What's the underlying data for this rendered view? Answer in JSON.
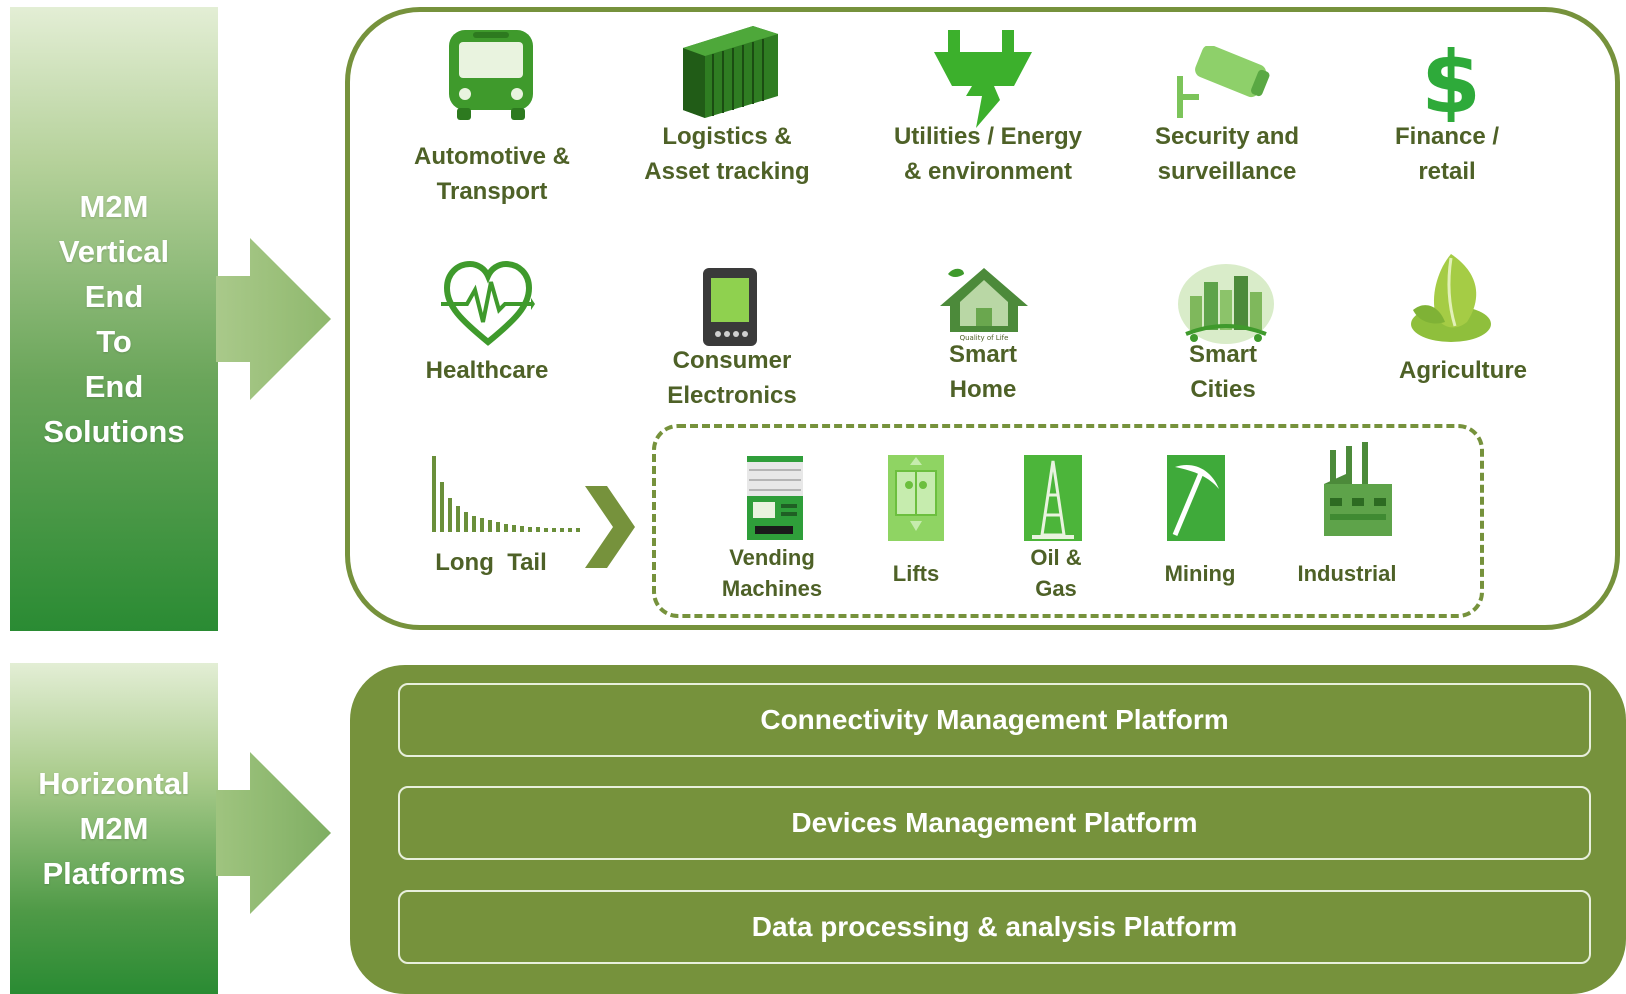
{
  "vertical_section": {
    "label_lines": [
      "M2M",
      "Vertical",
      "End",
      "To",
      "End",
      "Solutions"
    ],
    "verticals": [
      {
        "icon": "bus-icon",
        "lines": [
          "Automotive &",
          "Transport"
        ]
      },
      {
        "icon": "shipping-container-icon",
        "lines": [
          "Logistics &",
          "Asset tracking"
        ]
      },
      {
        "icon": "power-plug-icon",
        "lines": [
          "Utilities /  Energy",
          "& environment"
        ]
      },
      {
        "icon": "security-camera-icon",
        "lines": [
          "Security and",
          "surveillance"
        ]
      },
      {
        "icon": "dollar-icon",
        "lines": [
          "Finance /",
          "retail"
        ]
      },
      {
        "icon": "heartbeat-icon",
        "lines": [
          "Healthcare"
        ]
      },
      {
        "icon": "tablet-device-icon",
        "lines": [
          "Consumer",
          "Electronics"
        ]
      },
      {
        "icon": "smart-home-icon",
        "lines": [
          "Smart",
          "Home"
        ]
      },
      {
        "icon": "smart-city-icon",
        "lines": [
          "Smart",
          "Cities"
        ]
      },
      {
        "icon": "leaf-icon",
        "lines": [
          "Agriculture"
        ]
      }
    ],
    "long_tail": {
      "label": "Long  Tail",
      "icon": "long-tail-chart-icon",
      "chevron": "chevron-right-icon",
      "items": [
        {
          "icon": "vending-machine-icon",
          "lines": [
            "Vending",
            "Machines"
          ]
        },
        {
          "icon": "elevator-icon",
          "lines": [
            "Lifts"
          ]
        },
        {
          "icon": "oil-rig-icon",
          "lines": [
            "Oil &",
            "Gas"
          ]
        },
        {
          "icon": "pickaxe-icon",
          "lines": [
            "Mining"
          ]
        },
        {
          "icon": "factory-icon",
          "lines": [
            "Industrial"
          ]
        }
      ]
    },
    "icon_inner_text": "Quality of Life"
  },
  "horizontal_section": {
    "label_lines": [
      "Horizontal",
      "M2M",
      "Platforms"
    ],
    "platforms": [
      "Connectivity Management Platform",
      "Devices Management Platform",
      "Data processing & analysis Platform"
    ]
  },
  "colors": {
    "accent": "#76923c",
    "label_text": "#4e6127",
    "icon_green": "#3f9a2c",
    "gradient_light": "#e3eed5",
    "gradient_dark": "#2a8b33"
  }
}
